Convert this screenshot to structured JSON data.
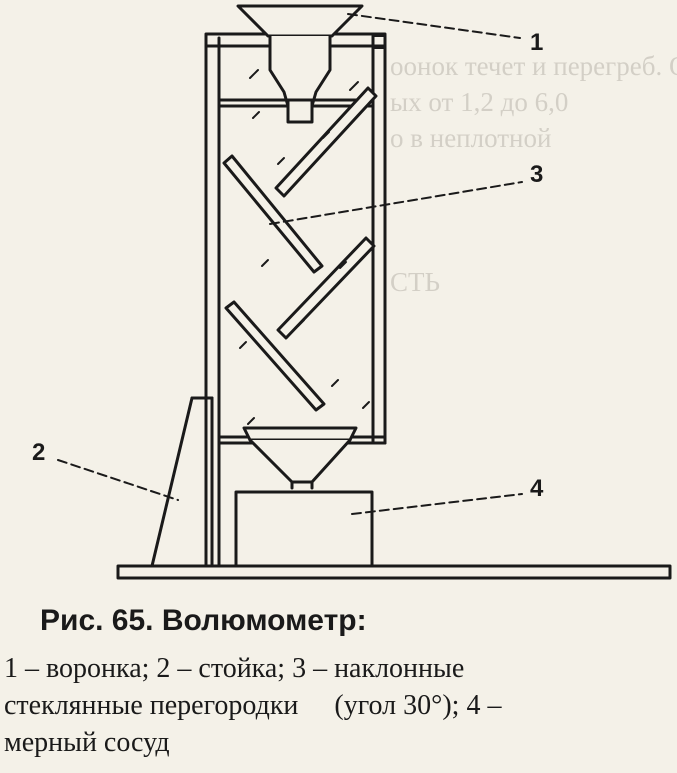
{
  "figure": {
    "callouts": [
      "1",
      "2",
      "3",
      "4"
    ]
  },
  "background_text": [
    "оонок течет и перегреб. Обычно",
    "ых от 1,2 до 6,0",
    "о в неплотной",
    "",
    "",
    "",
    "СТЬ",
    "",
    "",
    "",
    "",
    ""
  ],
  "caption": {
    "title": "Рис. 65.  Волюмометр:",
    "line1": "1 – воронка;  2 – стойка;  3 – наклонные",
    "line2a": "стеклянные перегородки",
    "line2b": "(угол 30°);  4 –",
    "line3": "мерный сосуд"
  }
}
